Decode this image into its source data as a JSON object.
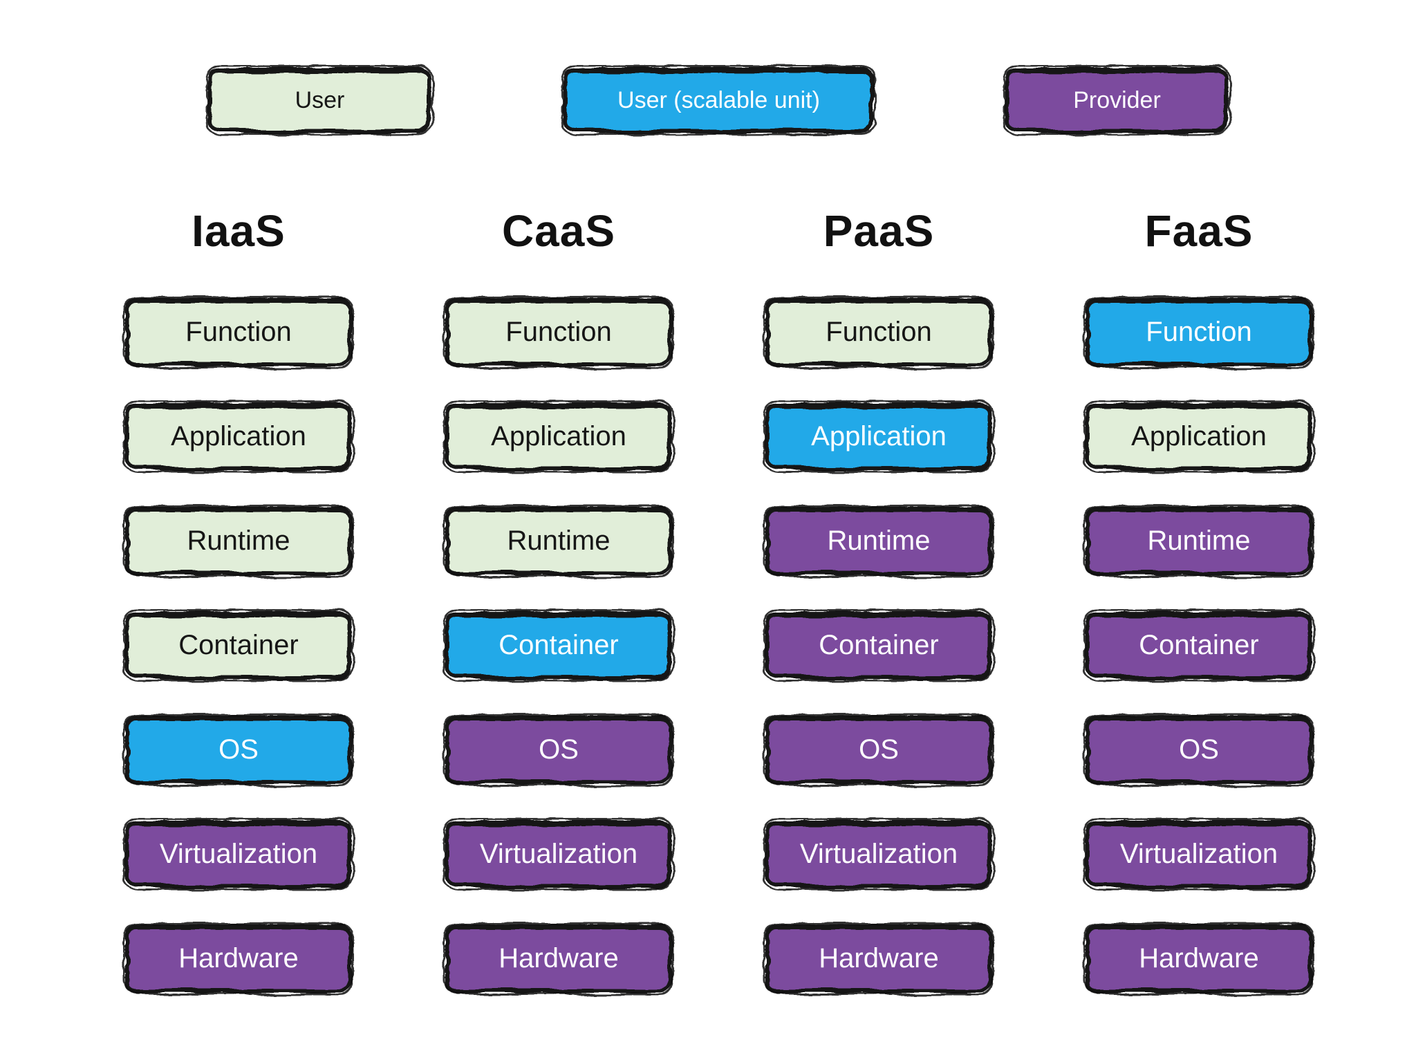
{
  "colors": {
    "user_fill": "#e1eed9",
    "scalable_fill": "#21a9e8",
    "provider_fill": "#7b4b9e",
    "border": "#141414",
    "background": "#ffffff"
  },
  "legend": [
    {
      "label": "User",
      "type": "user"
    },
    {
      "label": "User (scalable unit)",
      "type": "scalable"
    },
    {
      "label": "Provider",
      "type": "provider"
    }
  ],
  "columns": [
    {
      "title": "IaaS",
      "cells": [
        {
          "label": "Function",
          "type": "user"
        },
        {
          "label": "Application",
          "type": "user"
        },
        {
          "label": "Runtime",
          "type": "user"
        },
        {
          "label": "Container",
          "type": "user"
        },
        {
          "label": "OS",
          "type": "scalable"
        },
        {
          "label": "Virtualization",
          "type": "provider"
        },
        {
          "label": "Hardware",
          "type": "provider"
        }
      ]
    },
    {
      "title": "CaaS",
      "cells": [
        {
          "label": "Function",
          "type": "user"
        },
        {
          "label": "Application",
          "type": "user"
        },
        {
          "label": "Runtime",
          "type": "user"
        },
        {
          "label": "Container",
          "type": "scalable"
        },
        {
          "label": "OS",
          "type": "provider"
        },
        {
          "label": "Virtualization",
          "type": "provider"
        },
        {
          "label": "Hardware",
          "type": "provider"
        }
      ]
    },
    {
      "title": "PaaS",
      "cells": [
        {
          "label": "Function",
          "type": "user"
        },
        {
          "label": "Application",
          "type": "scalable"
        },
        {
          "label": "Runtime",
          "type": "provider"
        },
        {
          "label": "Container",
          "type": "provider"
        },
        {
          "label": "OS",
          "type": "provider"
        },
        {
          "label": "Virtualization",
          "type": "provider"
        },
        {
          "label": "Hardware",
          "type": "provider"
        }
      ]
    },
    {
      "title": "FaaS",
      "cells": [
        {
          "label": "Function",
          "type": "scalable"
        },
        {
          "label": "Application",
          "type": "user"
        },
        {
          "label": "Runtime",
          "type": "provider"
        },
        {
          "label": "Container",
          "type": "provider"
        },
        {
          "label": "OS",
          "type": "provider"
        },
        {
          "label": "Virtualization",
          "type": "provider"
        },
        {
          "label": "Hardware",
          "type": "provider"
        }
      ]
    }
  ]
}
